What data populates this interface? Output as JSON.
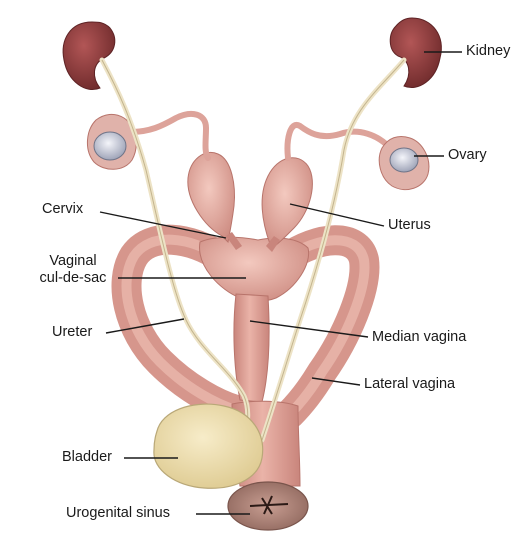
{
  "labels": {
    "kidney": "Kidney",
    "ovary": "Ovary",
    "cervix": "Cervix",
    "uterus": "Uterus",
    "vaginal_line1": "Vaginal",
    "vaginal_line2": "cul-de-sac",
    "ureter": "Ureter",
    "median_vagina": "Median vagina",
    "lateral_vagina": "Lateral vagina",
    "bladder": "Bladder",
    "urogenital_sinus": "Urogenital sinus"
  },
  "colors": {
    "kidney": "#8b3a3a",
    "tissue": "#e0a49a",
    "tissue_dark": "#c8837a",
    "ureter": "#ede3c6",
    "ovary": "#c8ccd8",
    "bladder": "#efe0b0"
  }
}
